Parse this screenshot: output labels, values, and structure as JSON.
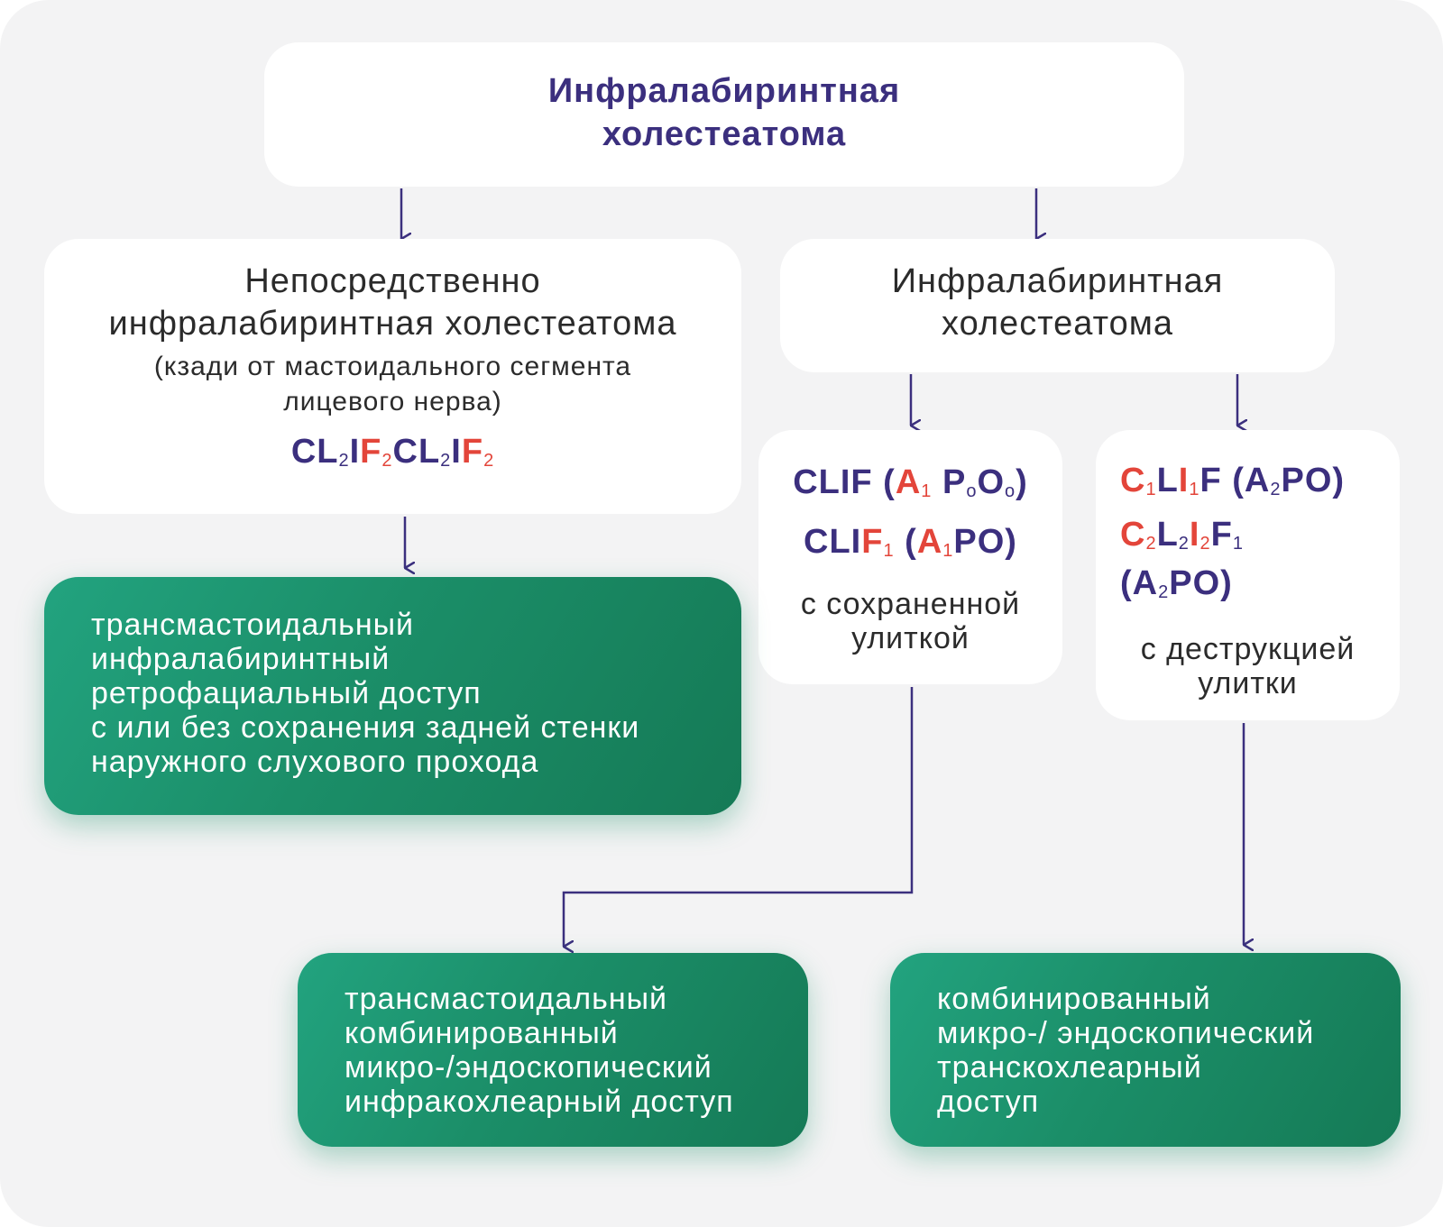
{
  "colors": {
    "purple": "#3b2f7e",
    "red": "#e3453a",
    "green_start": "#22a37f",
    "green_end": "#157a56",
    "background": "#f3f3f4"
  },
  "top": {
    "title_line1": "Инфралабиринтная",
    "title_line2": "холестеатома"
  },
  "left": {
    "heading_line1": "Непосредственно",
    "heading_line2": "инфралабиринтная холестеатома",
    "note_line1": "(кзади от мастоидального сегмента",
    "note_line2": "лицевого нерва)",
    "code": [
      {
        "t": "CL",
        "c": "purple"
      },
      {
        "t": "2",
        "c": "purple",
        "sub": true
      },
      {
        "t": "I",
        "c": "purple"
      },
      {
        "t": "F",
        "c": "red"
      },
      {
        "t": "2",
        "c": "red",
        "sub": true
      },
      {
        "t": "CL",
        "c": "purple"
      },
      {
        "t": "2",
        "c": "purple",
        "sub": true
      },
      {
        "t": "I",
        "c": "purple"
      },
      {
        "t": "F",
        "c": "red"
      },
      {
        "t": "2",
        "c": "red",
        "sub": true
      }
    ]
  },
  "right": {
    "heading_line1": "Инфралабиринтная",
    "heading_line2": "холестеатома"
  },
  "preserved": {
    "code1": [
      {
        "t": "CLIF (",
        "c": "purple"
      },
      {
        "t": "A",
        "c": "red"
      },
      {
        "t": "1",
        "c": "red",
        "sub": true
      },
      {
        "t": " P",
        "c": "purple"
      },
      {
        "t": "o",
        "c": "purple",
        "sub": true
      },
      {
        "t": "O",
        "c": "purple"
      },
      {
        "t": "o",
        "c": "purple",
        "sub": true
      },
      {
        "t": ")",
        "c": "purple"
      }
    ],
    "code2": [
      {
        "t": "CLI",
        "c": "purple"
      },
      {
        "t": "F",
        "c": "red"
      },
      {
        "t": "1",
        "c": "red",
        "sub": true
      },
      {
        "t": " (",
        "c": "purple"
      },
      {
        "t": "A",
        "c": "red"
      },
      {
        "t": "1",
        "c": "red",
        "sub": true
      },
      {
        "t": "PO)",
        "c": "purple"
      }
    ],
    "desc_line1": "с сохраненной",
    "desc_line2": "улиткой"
  },
  "destroyed": {
    "code1": [
      {
        "t": "C",
        "c": "red"
      },
      {
        "t": "1",
        "c": "red",
        "sub": true
      },
      {
        "t": "L",
        "c": "purple"
      },
      {
        "t": "I",
        "c": "red"
      },
      {
        "t": "1",
        "c": "red",
        "sub": true
      },
      {
        "t": "F (A",
        "c": "purple"
      },
      {
        "t": "2",
        "c": "purple",
        "sub": true
      },
      {
        "t": "PO)",
        "c": "purple"
      }
    ],
    "code2": [
      {
        "t": "C",
        "c": "red"
      },
      {
        "t": "2",
        "c": "red",
        "sub": true
      },
      {
        "t": "L",
        "c": "purple"
      },
      {
        "t": "2",
        "c": "purple",
        "sub": true
      },
      {
        "t": "I",
        "c": "red"
      },
      {
        "t": "2",
        "c": "red",
        "sub": true
      },
      {
        "t": "F",
        "c": "purple"
      },
      {
        "t": "1",
        "c": "purple",
        "sub": true
      }
    ],
    "code3": [
      {
        "t": "(A",
        "c": "purple"
      },
      {
        "t": "2",
        "c": "purple",
        "sub": true
      },
      {
        "t": "PO)",
        "c": "purple"
      }
    ],
    "desc_line1": "с деструкцией",
    "desc_line2": "улитки"
  },
  "approach_left": {
    "lines": [
      "трансмастоидальный",
      "инфралабиринтный",
      "ретрофациальный доступ",
      "с или без сохранения задней стенки",
      "наружного слухового прохода"
    ]
  },
  "approach_middle": {
    "lines": [
      "трансмастоидальный",
      "комбинированный",
      "микро-/эндоскопический",
      "инфракохлеарный доступ"
    ]
  },
  "approach_right": {
    "lines": [
      "комбинированный",
      "микро-/ эндоскопический",
      "транскохлеарный",
      "доступ"
    ]
  }
}
